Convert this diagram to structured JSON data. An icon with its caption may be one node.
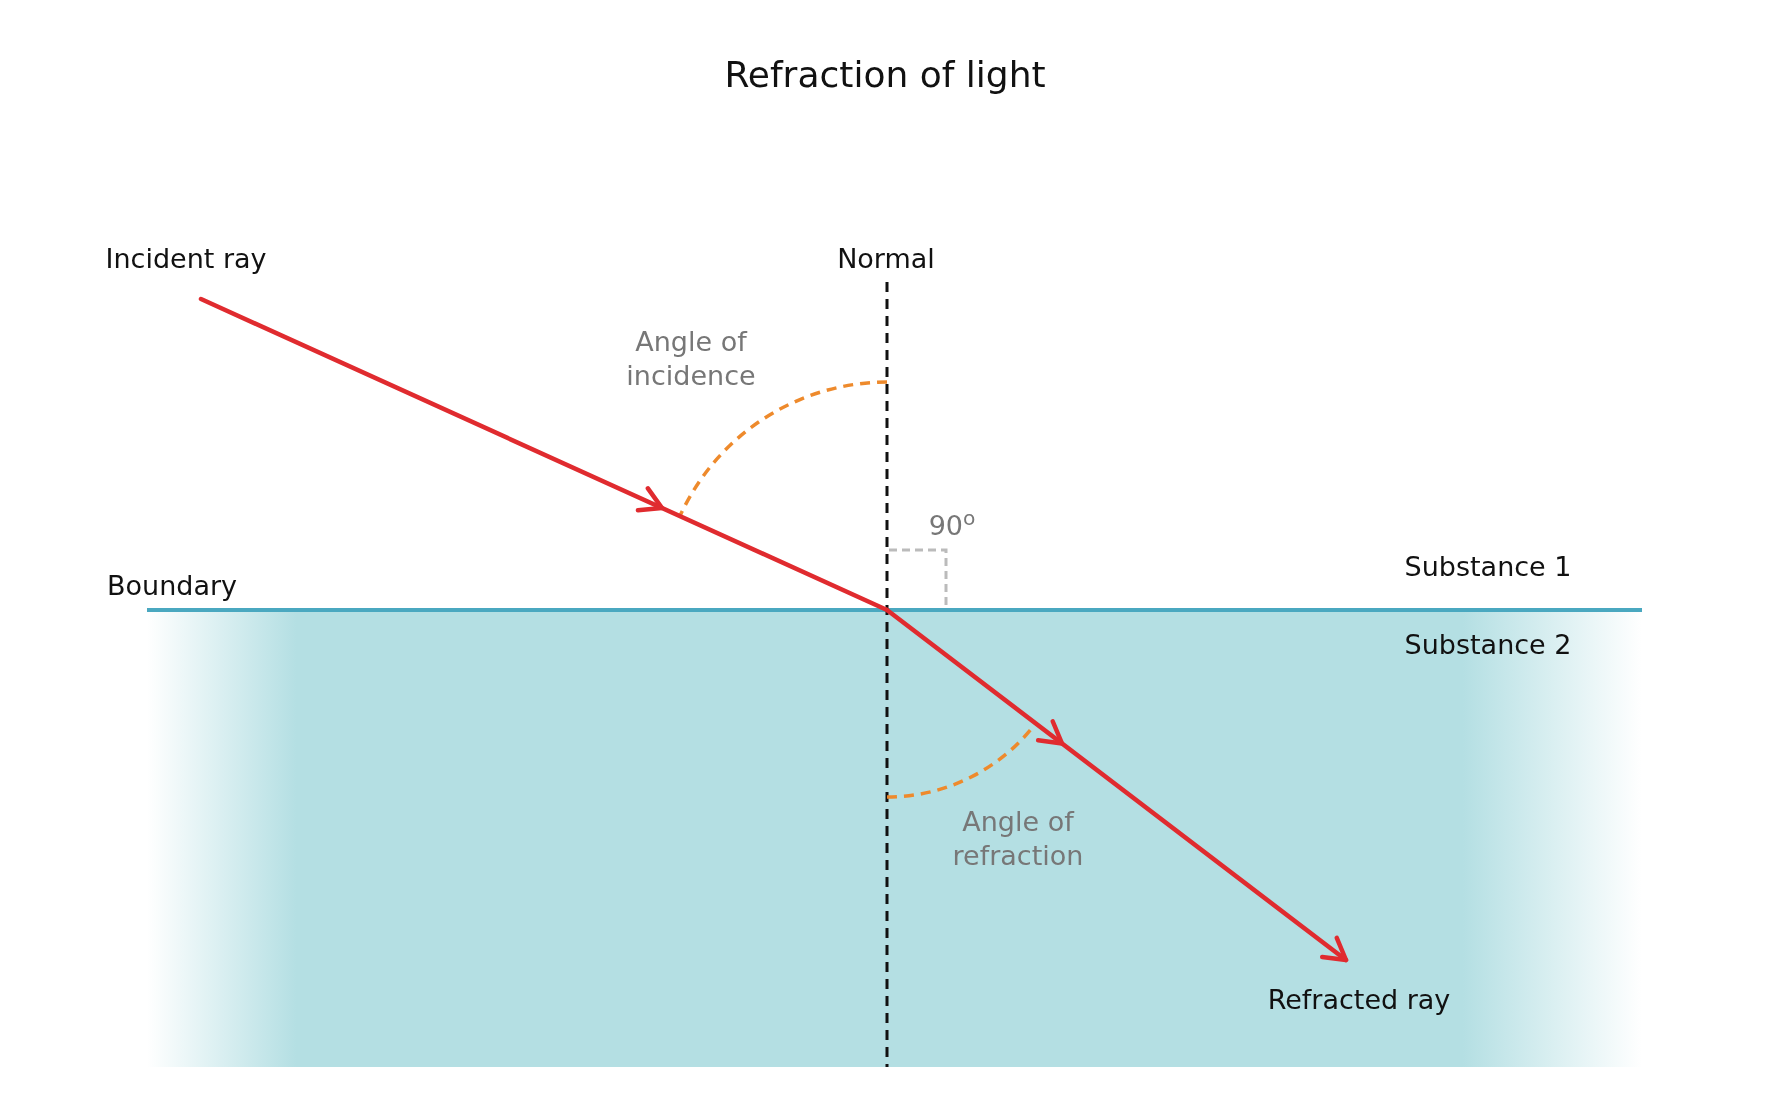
{
  "diagram": {
    "title": "Refraction of light",
    "labels": [
      "Incident ray",
      "Normal",
      "Angle of incidence",
      "90$^{o}$",
      "Substance 1",
      "Boundary",
      "Substance 2",
      "Angle of refraction",
      "Refracted ray"
    ]
  }
}
